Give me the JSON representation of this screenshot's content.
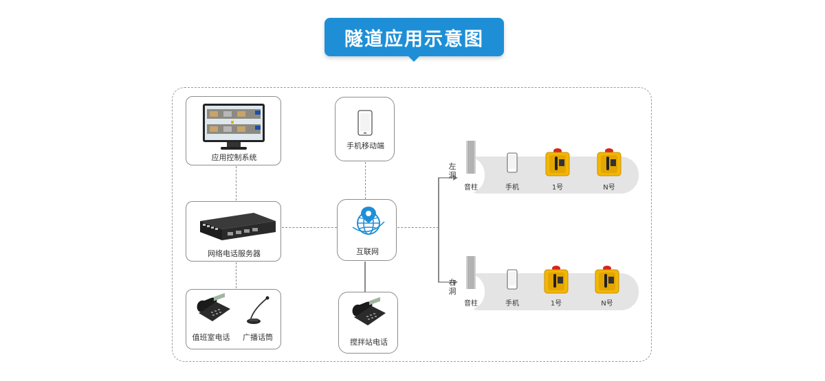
{
  "title": "隧道应用示意图",
  "nodes": {
    "app_control": "应用控制系统",
    "mobile": "手机移动端",
    "server": "网络电话服务器",
    "internet": "互联网",
    "duty_phone": "值班室电话",
    "broadcast_mic": "广播话筒",
    "mixing_station_phone": "搅拌站电话"
  },
  "tunnels": [
    {
      "side_label": "左洞",
      "devices": [
        "音柱",
        "手机",
        "1号",
        "N号"
      ]
    },
    {
      "side_label": "右洞",
      "devices": [
        "音柱",
        "手机",
        "1号",
        "N号"
      ]
    }
  ],
  "colors": {
    "accent": "#1e8fd6",
    "phone_yellow": "#f2b705",
    "alarm_red": "#d7261e"
  }
}
